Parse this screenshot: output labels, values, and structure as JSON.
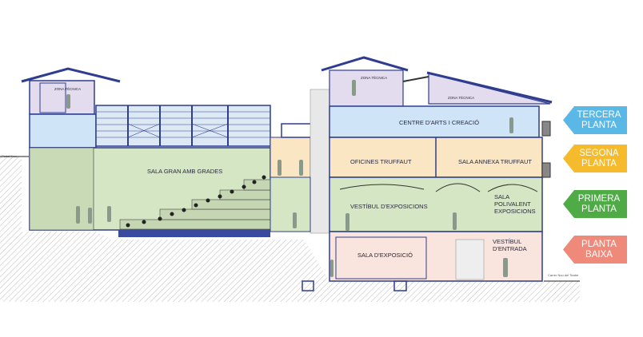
{
  "rooms": {
    "zona_tecnica_left": "ZONA TÈCNICA",
    "zona_tecnica_mid": "ZONA TÈCNICA",
    "zona_tecnica_right": "ZONA TÈCNICA",
    "sala_gran": "SALA GRAN AMB GRADES",
    "centre_arts": "CENTRE D'ARTS I CREACIÓ",
    "oficines": "OFICINES TRUFFAUT",
    "sala_annexa": "SALA ANNEXA TRUFFAUT",
    "vestibul_exposicions": "VESTÍBUL D'EXPOSICIONS",
    "sala_polivalent": [
      "SALA",
      "POLIVALENT",
      "EXPOSICIONS"
    ],
    "vestibul_entrada": [
      "VESTÍBUL",
      "D'ENTRADA"
    ],
    "sala_exposicio": "SALA D'EXPOSICIÓ"
  },
  "streets": {
    "left": "Portal Nou",
    "right": "Carrer Nou del Teatre"
  },
  "floor_tags": [
    {
      "line1": "TERCERA",
      "line2": "PLANTA",
      "color": "#5ab8e6"
    },
    {
      "line1": "SEGONA",
      "line2": "PLANTA",
      "color": "#f5bb2c"
    },
    {
      "line1": "PRIMERA",
      "line2": "PLANTA",
      "color": "#4fab46"
    },
    {
      "line1": "PLANTA",
      "line2": "BAIXA",
      "color": "#ef8a7a"
    }
  ],
  "colors": {
    "purple": "#e3dcee",
    "blue": "#cfe4f6",
    "yellow": "#fbe6c4",
    "green": "#d5e6c4",
    "pink": "#f9e4de",
    "line": "#2e3d8f"
  }
}
